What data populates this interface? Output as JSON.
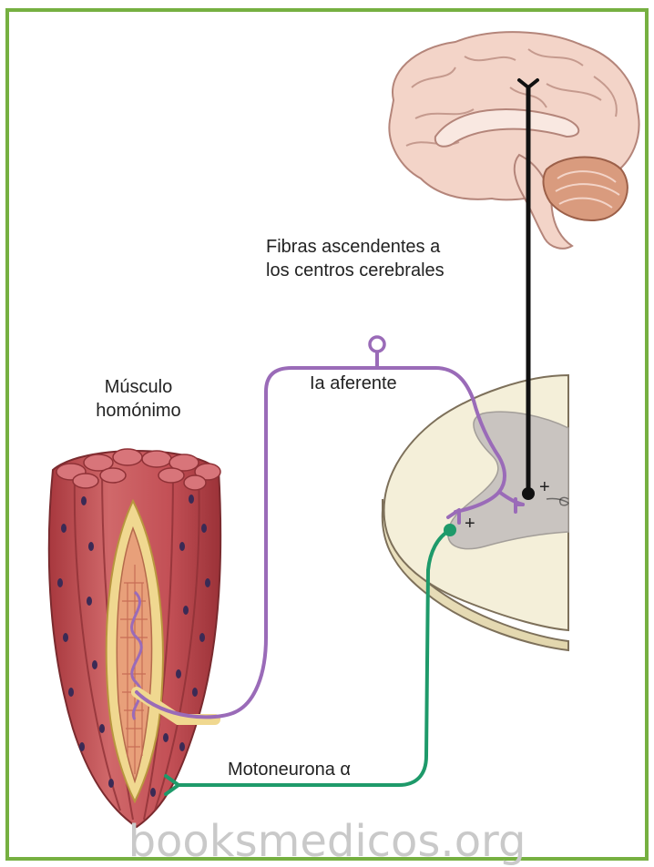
{
  "labels": {
    "ascending_line1": "Fibras ascendentes a",
    "ascending_line2": "los centros cerebrales",
    "muscle_line1": "Músculo",
    "muscle_line2": "homónimo",
    "afferent": "Ia aferente",
    "motoneuron": "Motoneurona α",
    "plus_afferent": "+",
    "plus_motor": "+"
  },
  "watermark": "booksmedicos.org",
  "colors": {
    "border": "#76b041",
    "afferent_fiber": "#9a6bb8",
    "motor_fiber": "#1e9a6a",
    "ascending_fiber": "#111111",
    "muscle": "#c8565a",
    "spindle_capsule": "#f0d890",
    "cord_white_matter": "#f4efd9",
    "cord_gray_matter": "#c9c4c0",
    "brain": "#f3d4c8"
  }
}
